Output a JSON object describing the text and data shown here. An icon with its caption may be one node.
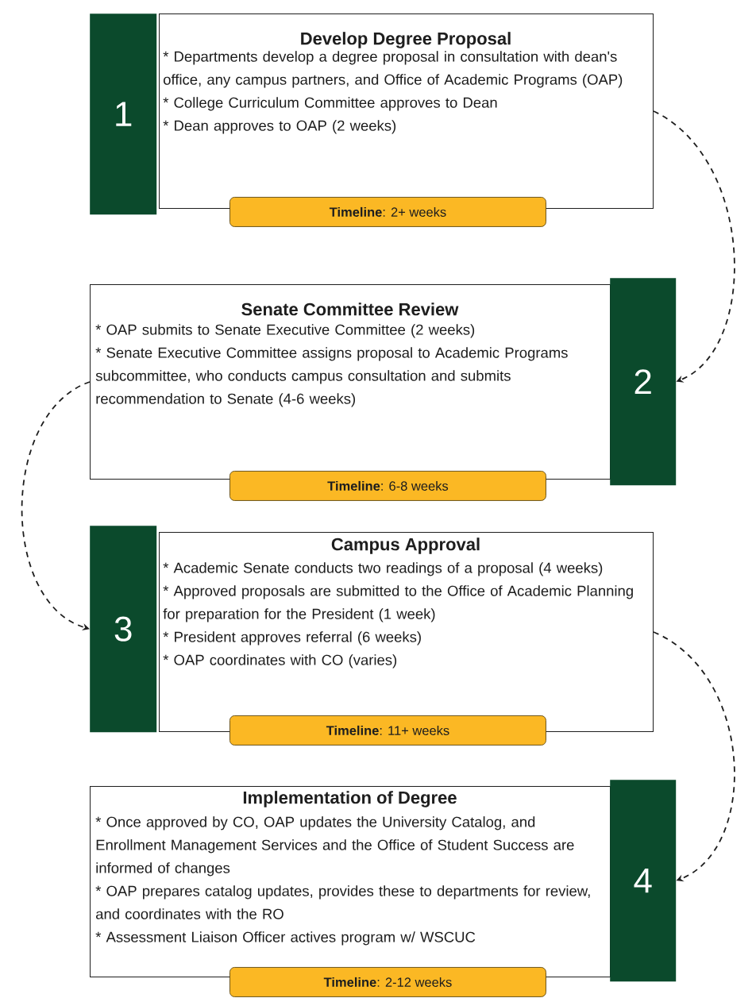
{
  "diagram": {
    "nodes": [
      {
        "text": [
          "Develop Degree Proposal",
          "* Departments develop a degree proposal in consultation with dean's office, any campus partners, and Office of Academic Programs (OAP)",
          "* College Curriculum Committee approves to Dean",
          "* Dean approves to OAP (2 weeks)"
        ]
      },
      {
        "text": [
          "1"
        ]
      },
      {
        "text": [
          "**Timeline**: 2+ weeks"
        ]
      },
      {
        "text": [
          "Senate Committee Review",
          "* OAP submits to Senate Executive Committee (2 weeks)",
          "* Senate Executive Committee assigns proposal to Academic Programs subcommittee, who conducts campus consultation and submits recommendation to Senate (4-6 weeks)"
        ]
      },
      {
        "text": [
          "2"
        ]
      },
      {
        "text": [
          "**Timeline**: 6-8 weeks"
        ]
      },
      {
        "text": [
          "Campus Approval",
          "* Academic Senate conducts two readings of a proposal (4 weeks)",
          "* Approved proposals are submitted to the Office of Academic Planning for preparation for the President (1 week)",
          "* President approves referral (6 weeks)",
          "* OAP coordinates with CO (varies)"
        ]
      },
      {
        "text": [
          "3"
        ]
      },
      {
        "text": [
          "**Timeline**: 11+ weeks"
        ]
      },
      {
        "text": [
          "Implementation of Degree",
          "* Once approved by CO, OAP updates the University Catalog, and Enrollment Management Services and the Office of Student Success are informed of changes",
          "* OAP prepares catalog updates, provides these to departments for review, and coordinates with the RO",
          "* Assessment Liaison Officer actives program w/ WSCUC"
        ]
      },
      {
        "text": [
          "4"
        ]
      },
      {
        "text": [
          "**Timeline**: 2-12 weeks"
        ]
      }
    ],
    "edges": [
      {
        "from": 0,
        "to": 4,
        "arrow": "to",
        "style": "dashed"
      },
      {
        "from": 3,
        "to": 7,
        "arrow": "to",
        "style": "dashed"
      },
      {
        "from": 6,
        "to": 10,
        "arrow": "to",
        "style": "dashed"
      }
    ]
  }
}
